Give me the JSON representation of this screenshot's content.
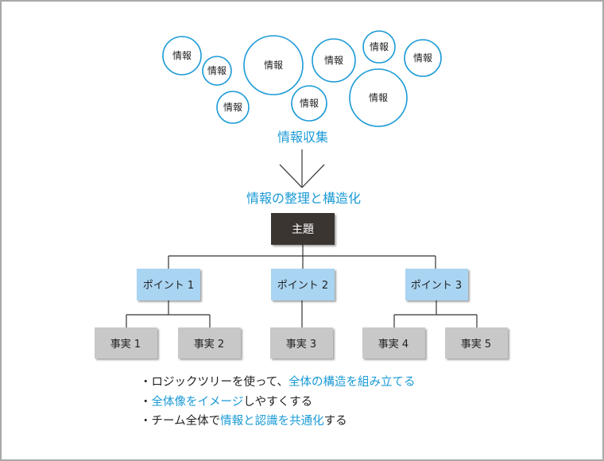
{
  "colors": {
    "accent_blue": "#1a9ad6",
    "bubble_stroke": "#1a9ad6",
    "topic_fill": "#3a3532",
    "point_fill": "#a9d4f2",
    "fact_fill": "#c8c8c8",
    "line": "#333333",
    "frame_border": "#a8a8a8"
  },
  "bubbles": [
    {
      "label": "情報"
    },
    {
      "label": "情報"
    },
    {
      "label": "情報"
    },
    {
      "label": "情報"
    },
    {
      "label": "情報"
    },
    {
      "label": "情報"
    },
    {
      "label": "情報"
    },
    {
      "label": "情報"
    },
    {
      "label": "情報"
    }
  ],
  "collect_heading": "情報収集",
  "arrow_icon": "down-arrow",
  "organize_heading": "情報の整理と構造化",
  "tree": {
    "topic": "主題",
    "points": [
      {
        "label": "ポイント 1",
        "facts": [
          "事実 1",
          "事実 2"
        ]
      },
      {
        "label": "ポイント 2",
        "facts": [
          "事実 3"
        ]
      },
      {
        "label": "ポイント 3",
        "facts": [
          "事実 4",
          "事実 5"
        ]
      }
    ]
  },
  "bullets": [
    [
      {
        "text": "・ロジックツリーを使って、",
        "hl": false
      },
      {
        "text": "全体の構造を組み立てる",
        "hl": true
      }
    ],
    [
      {
        "text": "・",
        "hl": false
      },
      {
        "text": "全体像をイメージ",
        "hl": true
      },
      {
        "text": "しやすくする",
        "hl": false
      }
    ],
    [
      {
        "text": "・チーム全体で",
        "hl": false
      },
      {
        "text": "情報と認識を共通化",
        "hl": true
      },
      {
        "text": "する",
        "hl": false
      }
    ]
  ]
}
